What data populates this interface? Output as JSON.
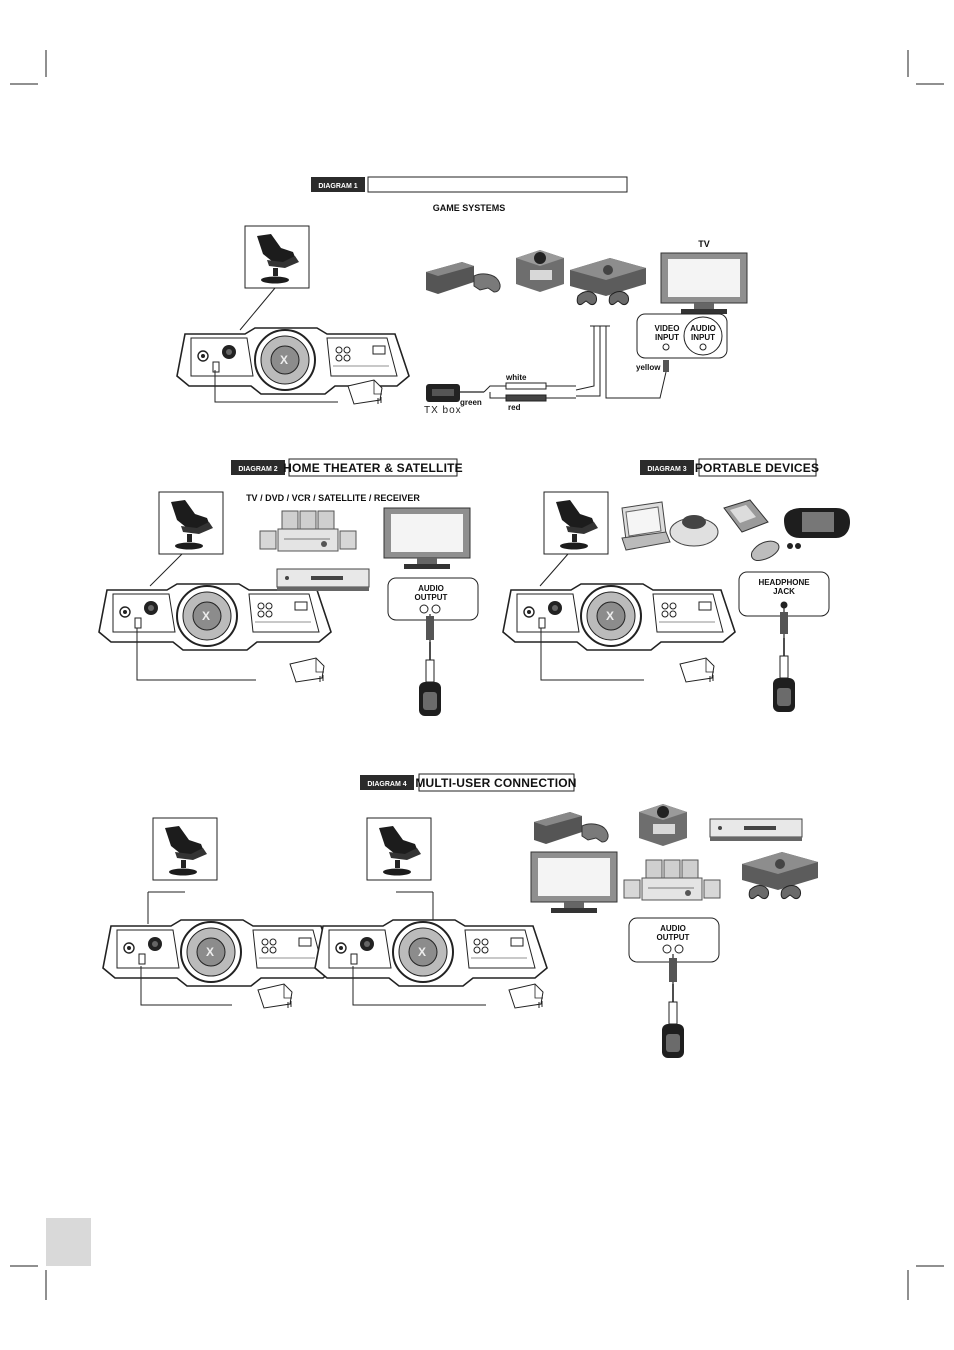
{
  "diagram1": {
    "tag": "DIAGRAM 1",
    "title": "",
    "game_systems_label": "GAME SYSTEMS",
    "tv_label": "TV",
    "video_input": [
      "VIDEO",
      "INPUT"
    ],
    "audio_input": [
      "AUDIO",
      "INPUT"
    ],
    "cable_labels": {
      "white": "white",
      "green": "green",
      "red": "red",
      "yellow": "yellow"
    },
    "tx_box": "TX box"
  },
  "diagram2": {
    "tag": "DIAGRAM 2",
    "title": "HOME THEATER & SATELLITE",
    "devices_label": "TV / DVD / VCR / SATELLITE / RECEIVER",
    "audio_output": [
      "AUDIO",
      "OUTPUT"
    ]
  },
  "diagram3": {
    "tag": "DIAGRAM 3",
    "title": "PORTABLE DEVICES",
    "headphone_jack": [
      "HEADPHONE",
      "JACK"
    ]
  },
  "diagram4": {
    "tag": "DIAGRAM 4",
    "title": "MULTI-USER CONNECTION",
    "audio_output": [
      "AUDIO",
      "OUTPUT"
    ]
  },
  "colors": {
    "tag_bg": "#2b2b2b",
    "device_gray": "#8a8a8a",
    "page_box": "#d9d9d9"
  }
}
